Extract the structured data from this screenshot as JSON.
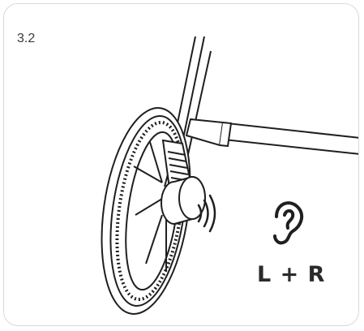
{
  "figure": {
    "step_number": "3.2",
    "sides_label": "L + R"
  },
  "icons": {
    "ear": "ear-icon",
    "sound": "sound-waves-icon",
    "wheel": "wheel-illustration"
  },
  "colors": {
    "line": "#1f1f1f",
    "panel_border": "#d9d9d9",
    "text": "#3a3a3a"
  }
}
